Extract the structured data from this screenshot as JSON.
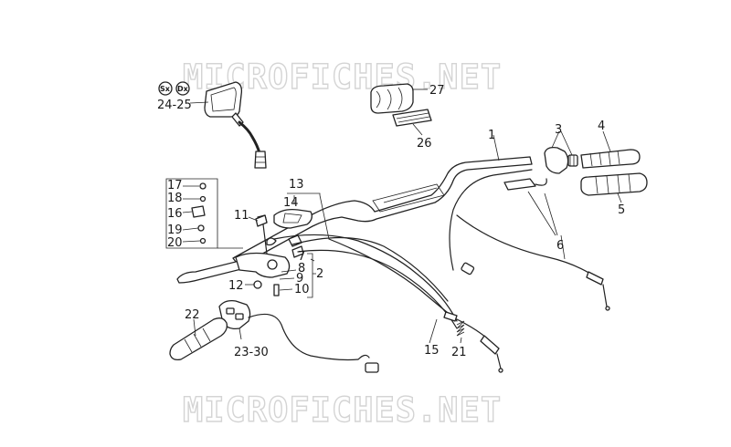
{
  "watermark": {
    "text": "MICROFICHES.NET"
  },
  "side_badges": {
    "left": "Sx",
    "right": "Dx"
  },
  "callouts": {
    "c1": "1",
    "c2": "2",
    "c3": "3",
    "c4": "4",
    "c5": "5",
    "c6": "6",
    "c7": "7",
    "c8": "8",
    "c9": "9",
    "c10": "10",
    "c11": "11",
    "c12": "12",
    "c13": "13",
    "c14": "14",
    "c15": "15",
    "c16": "16",
    "c17": "17",
    "c18": "18",
    "c19": "19",
    "c20": "20",
    "c21": "21",
    "c22": "22",
    "c23_30": "23-30",
    "c24_25": "24-25",
    "c26": "26",
    "c27": "27"
  }
}
